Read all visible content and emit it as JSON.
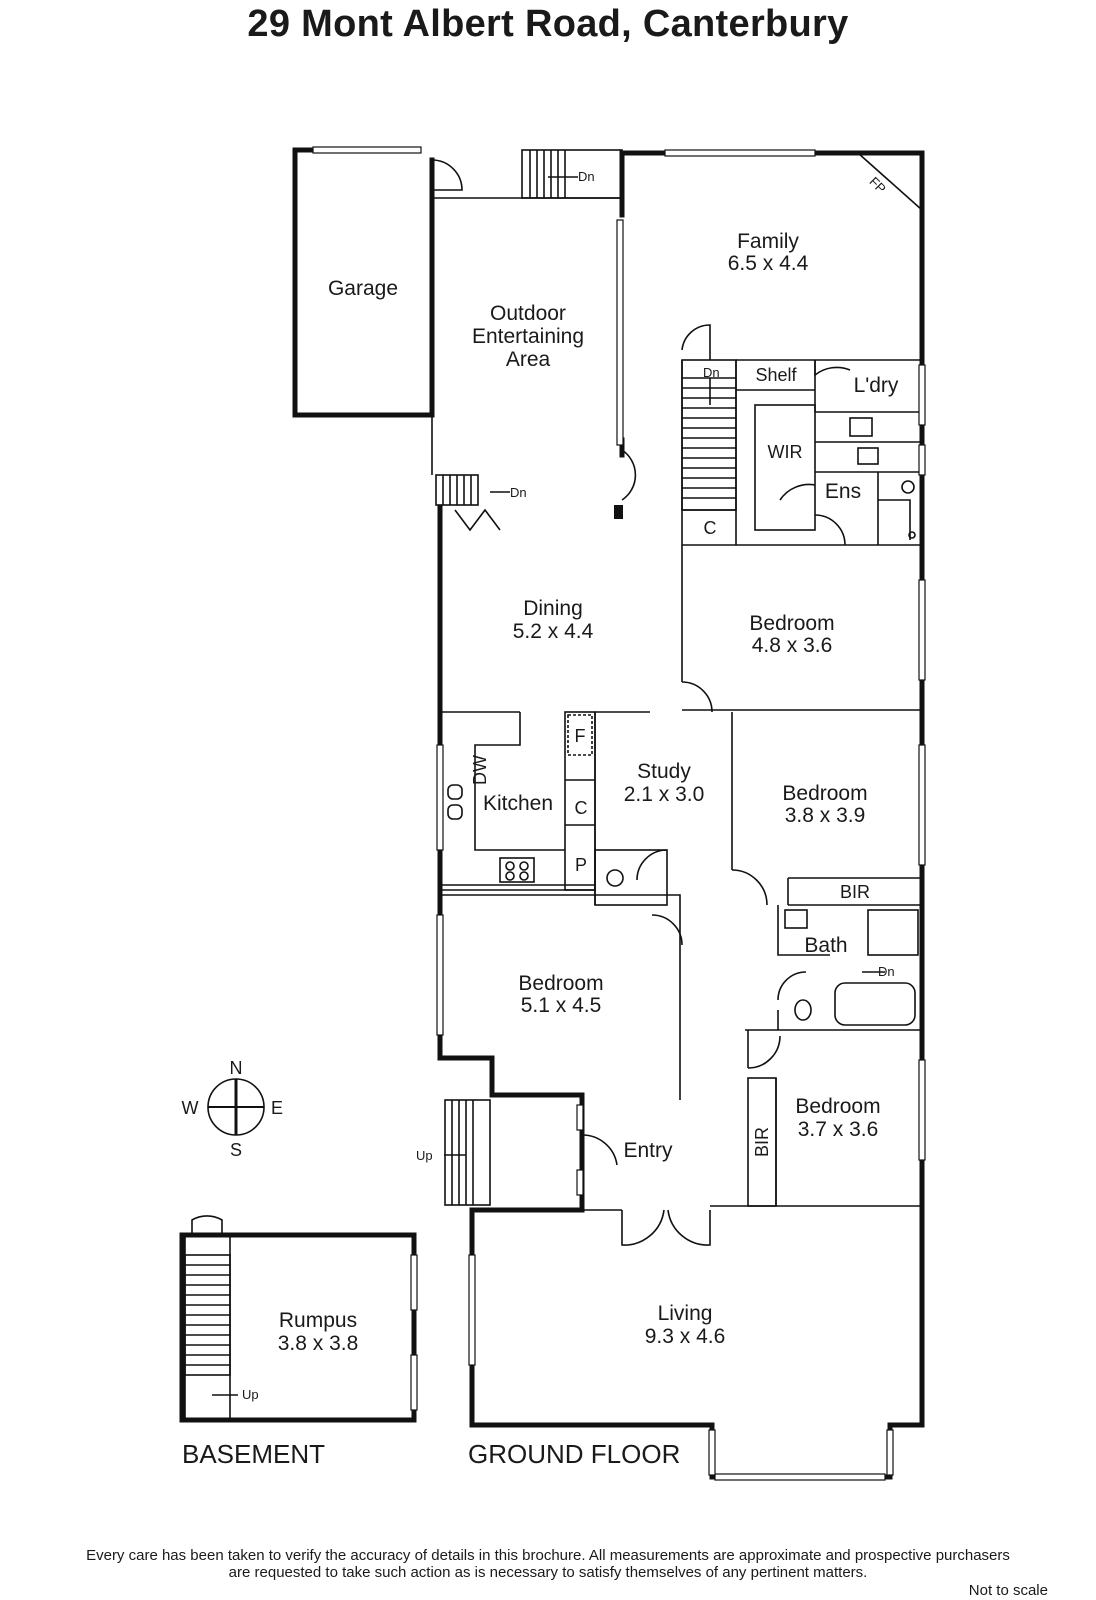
{
  "title": "29 Mont Albert Road, Canterbury",
  "rooms": {
    "garage": "Garage",
    "outdoor_1": "Outdoor",
    "outdoor_2": "Entertaining",
    "outdoor_3": "Area",
    "family": "Family",
    "family_dim": "6.5 x 4.4",
    "shelf": "Shelf",
    "ldry": "L'dry",
    "wir": "WIR",
    "ens": "Ens",
    "c1": "C",
    "dining": "Dining",
    "dining_dim": "5.2 x 4.4",
    "bed1": "Bedroom",
    "bed1_dim": "4.8 x 3.6",
    "f": "F",
    "dw": "DW",
    "kitchen": "Kitchen",
    "c2": "C",
    "p": "P",
    "study": "Study",
    "study_dim": "2.1 x 3.0",
    "bed2": "Bedroom",
    "bed2_dim": "3.8 x 3.9",
    "bir1": "BIR",
    "bath": "Bath",
    "bed3": "Bedroom",
    "bed3_dim": "5.1 x 4.5",
    "bed4": "Bedroom",
    "bed4_dim": "3.7 x 3.6",
    "bir2": "BIR",
    "entry": "Entry",
    "living": "Living",
    "living_dim": "9.3 x 4.6",
    "rumpus": "Rumpus",
    "rumpus_dim": "3.8 x 3.8",
    "fp": "FP"
  },
  "stairs": {
    "dn1": "Dn",
    "dn2": "Dn",
    "dn3": "Dn",
    "dn4": "Dn",
    "up1": "Up",
    "up2": "Up"
  },
  "compass": {
    "n": "N",
    "s": "S",
    "e": "E",
    "w": "W"
  },
  "floors": {
    "basement": "BASEMENT",
    "ground": "GROUND FLOOR"
  },
  "disclaimer_1": "Every care has been taken to verify the accuracy of details in this brochure.  All measurements are approximate and prospective purchasers",
  "disclaimer_2": "are requested to take such action as is necessary to satisfy themselves of any pertinent matters.",
  "not_to_scale": "Not to scale"
}
